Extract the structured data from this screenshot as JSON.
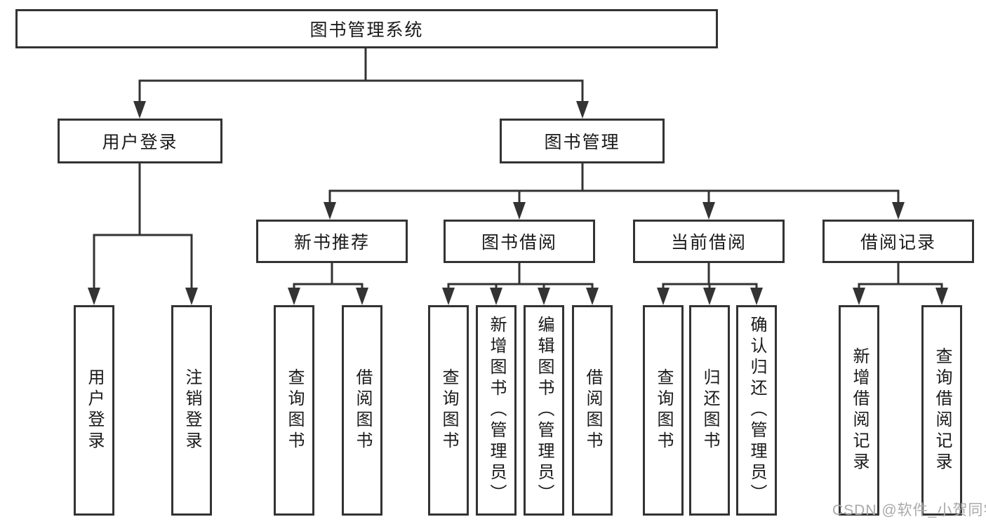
{
  "colors": {
    "line": "#333333",
    "box_border": "#333333",
    "text": "#1a1a1a",
    "watermark": "#a9a9a9",
    "background": "#ffffff"
  },
  "watermark": {
    "text": "CSDN @软件_小贺同学"
  },
  "tree": {
    "root": {
      "label": "图书管理系统"
    },
    "branches": [
      {
        "label": "用户登录",
        "children": [
          {
            "label": "用户登录"
          },
          {
            "label": "注销登录"
          }
        ]
      },
      {
        "label": "图书管理",
        "children": [
          {
            "label": "新书推荐",
            "children": [
              {
                "label": "查询图书"
              },
              {
                "label": "借阅图书"
              }
            ]
          },
          {
            "label": "图书借阅",
            "children": [
              {
                "label": "查询图书"
              },
              {
                "label": "新增图书（管理员）"
              },
              {
                "label": "编辑图书（管理员）"
              },
              {
                "label": "借阅图书"
              }
            ]
          },
          {
            "label": "当前借阅",
            "children": [
              {
                "label": "查询图书"
              },
              {
                "label": "归还图书"
              },
              {
                "label": "确认归还（管理员）"
              }
            ]
          },
          {
            "label": "借阅记录",
            "children": [
              {
                "label": "新增借阅记录"
              },
              {
                "label": "查询借阅记录"
              }
            ]
          }
        ]
      }
    ]
  }
}
